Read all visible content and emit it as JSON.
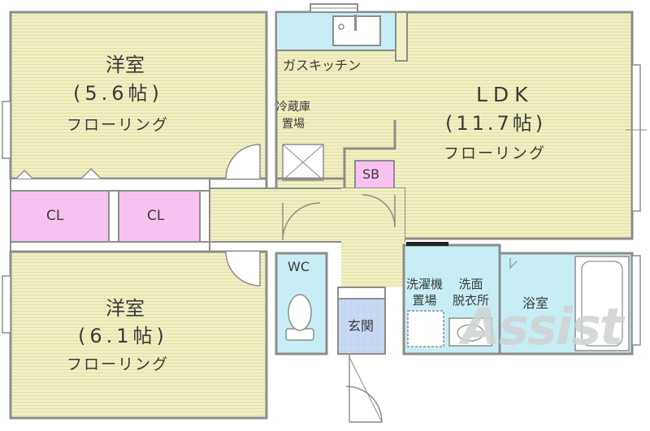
{
  "floorplan": {
    "rooms": {
      "western_room_top": {
        "name": "洋室",
        "size": "(5.6帖)",
        "floor": "フローリング"
      },
      "ldk": {
        "name": "LDK",
        "size": "(11.7帖)",
        "floor": "フローリング"
      },
      "western_room_bottom": {
        "name": "洋室",
        "size": "(6.1帖)",
        "floor": "フローリング"
      },
      "gas_kitchen": "ガスキッチン",
      "fridge_space": "冷蔵庫\n置場",
      "closet_left": "CL",
      "closet_right": "CL",
      "shoe_box": "SB",
      "toilet": "WC",
      "entrance": "玄関",
      "washer_space": "洗濯機\n置場",
      "washroom": "洗面\n脱衣所",
      "bathroom": "浴室"
    },
    "watermark": "Assist",
    "colors": {
      "flooring": "#f1f0c4",
      "flooring_line": "#e3e1a6",
      "closet": "#f7c2ef",
      "wet_area": "#c7eef5",
      "entrance_tile": "#c9d9f3",
      "wall": "#8d8d8d",
      "hallway": "#f1f0c4"
    }
  }
}
